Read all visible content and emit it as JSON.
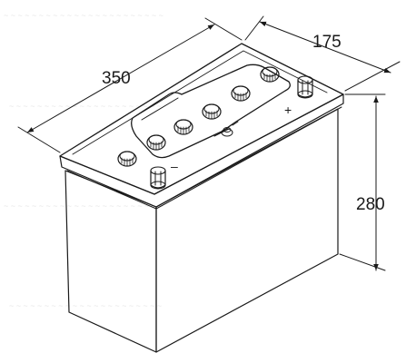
{
  "figure": {
    "subject": "battery-dimension-drawing",
    "dimensions": {
      "length": "350",
      "width": "175",
      "height": "280"
    },
    "terminals": {
      "positive": "+",
      "negative": "–"
    },
    "colors": {
      "line": "#1a1a1a",
      "background": "#ffffff",
      "hatch": "#9a9a9a",
      "watermark": "#e4e4e4"
    }
  }
}
